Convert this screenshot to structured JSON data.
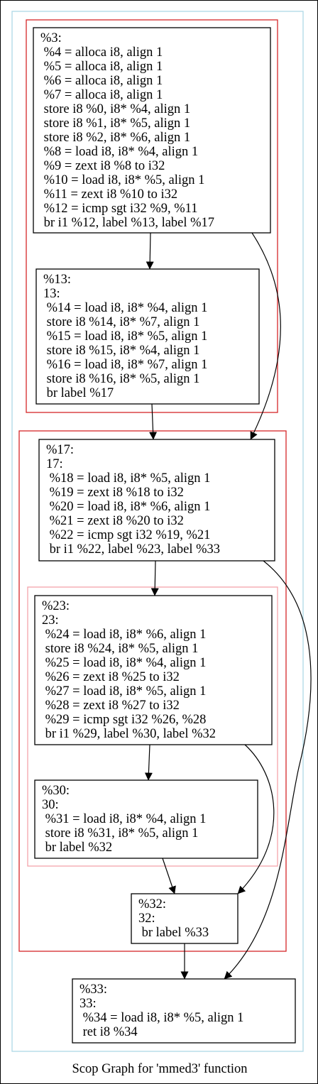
{
  "caption": "Scop Graph for 'mmed3' function",
  "colors": {
    "outer_cluster": "#add8e6",
    "region_cluster": "#d62728",
    "inner_cluster": "#f4a3aa",
    "node_border": "#000000",
    "edge": "#000000"
  },
  "clusters": [
    {
      "id": "outer",
      "kind": "outer",
      "label": ""
    },
    {
      "id": "region-3-13",
      "kind": "region",
      "label": ""
    },
    {
      "id": "region-17-32",
      "kind": "region",
      "label": ""
    },
    {
      "id": "region-23-30",
      "kind": "inner",
      "label": ""
    }
  ],
  "nodes": [
    {
      "id": "bb3",
      "lines": [
        "%3:",
        " %4 = alloca i8, align 1",
        " %5 = alloca i8, align 1",
        " %6 = alloca i8, align 1",
        " %7 = alloca i8, align 1",
        " store i8 %0, i8* %4, align 1",
        " store i8 %1, i8* %5, align 1",
        " store i8 %2, i8* %6, align 1",
        " %8 = load i8, i8* %4, align 1",
        " %9 = zext i8 %8 to i32",
        " %10 = load i8, i8* %5, align 1",
        " %11 = zext i8 %10 to i32",
        " %12 = icmp sgt i32 %9, %11",
        " br i1 %12, label %13, label %17"
      ]
    },
    {
      "id": "bb13",
      "lines": [
        "%13:",
        "13:",
        " %14 = load i8, i8* %4, align 1",
        " store i8 %14, i8* %7, align 1",
        " %15 = load i8, i8* %5, align 1",
        " store i8 %15, i8* %4, align 1",
        " %16 = load i8, i8* %7, align 1",
        " store i8 %16, i8* %5, align 1",
        " br label %17"
      ]
    },
    {
      "id": "bb17",
      "lines": [
        "%17:",
        "17:",
        " %18 = load i8, i8* %5, align 1",
        " %19 = zext i8 %18 to i32",
        " %20 = load i8, i8* %6, align 1",
        " %21 = zext i8 %20 to i32",
        " %22 = icmp sgt i32 %19, %21",
        " br i1 %22, label %23, label %33"
      ]
    },
    {
      "id": "bb23",
      "lines": [
        "%23:",
        "23:",
        " %24 = load i8, i8* %6, align 1",
        " store i8 %24, i8* %5, align 1",
        " %25 = load i8, i8* %4, align 1",
        " %26 = zext i8 %25 to i32",
        " %27 = load i8, i8* %5, align 1",
        " %28 = zext i8 %27 to i32",
        " %29 = icmp sgt i32 %26, %28",
        " br i1 %29, label %30, label %32"
      ]
    },
    {
      "id": "bb30",
      "lines": [
        "%30:",
        "30:",
        " %31 = load i8, i8* %4, align 1",
        " store i8 %31, i8* %5, align 1",
        " br label %32"
      ]
    },
    {
      "id": "bb32",
      "lines": [
        "%32:",
        "32:",
        " br label %33"
      ]
    },
    {
      "id": "bb33",
      "lines": [
        "%33:",
        "33:",
        " %34 = load i8, i8* %5, align 1",
        " ret i8 %34"
      ]
    }
  ],
  "edges": [
    {
      "from": "bb3",
      "to": "bb13"
    },
    {
      "from": "bb3",
      "to": "bb17"
    },
    {
      "from": "bb13",
      "to": "bb17"
    },
    {
      "from": "bb17",
      "to": "bb23"
    },
    {
      "from": "bb17",
      "to": "bb33"
    },
    {
      "from": "bb23",
      "to": "bb30"
    },
    {
      "from": "bb23",
      "to": "bb32"
    },
    {
      "from": "bb30",
      "to": "bb32"
    },
    {
      "from": "bb32",
      "to": "bb33"
    }
  ]
}
